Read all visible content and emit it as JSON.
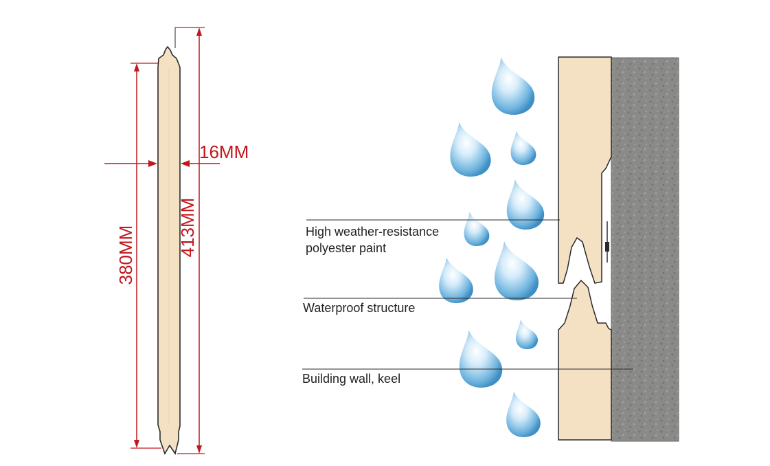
{
  "dimensions": {
    "thickness_label": "16MM",
    "effective_width_label": "380MM",
    "total_width_label": "413MM"
  },
  "callouts": {
    "paint_line1": "High weather-resistance",
    "paint_line2": "polyester paint",
    "waterproof": "Waterproof structure",
    "wall": "Building wall, keel"
  },
  "colors": {
    "dimension": "#c4161c",
    "panel_fill": "#f4e1c4",
    "wall_fill": "#8a8a88",
    "water_drop": "#6fb4de"
  },
  "icons": {
    "drop": "water-drop-icon"
  }
}
